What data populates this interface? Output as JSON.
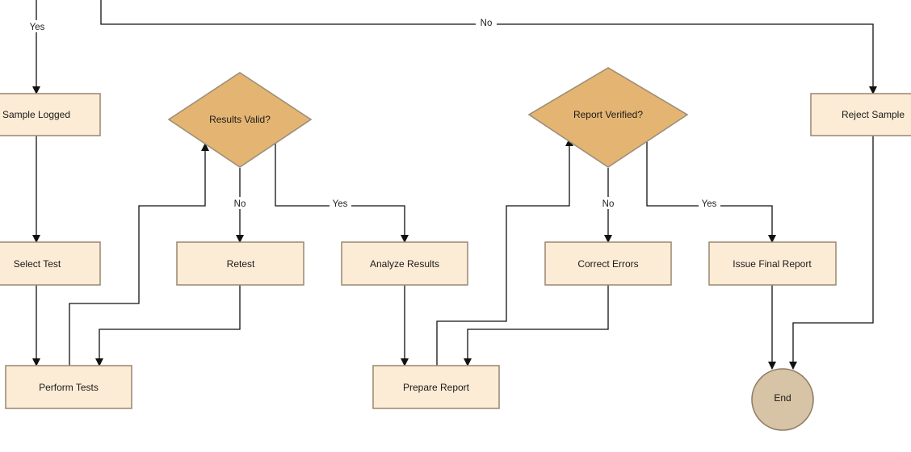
{
  "colors": {
    "process_fill": "#fdecd5",
    "process_stroke": "#9e8e78",
    "decision_fill": "#e4b572",
    "decision_stroke": "#9e8e78",
    "terminal_fill": "#d7c3a5",
    "terminal_stroke": "#8f7d64",
    "edge": "#111111"
  },
  "nodes": {
    "sample_logged": "Sample Logged",
    "select_test": "Select Test",
    "perform_tests": "Perform Tests",
    "results_valid": "Results Valid?",
    "retest": "Retest",
    "analyze_results": "Analyze Results",
    "prepare_report": "Prepare Report",
    "report_verified": "Report Verified?",
    "correct_errors": "Correct Errors",
    "issue_final_report": "Issue Final Report",
    "reject_sample": "Reject Sample",
    "end": "End"
  },
  "edge_labels": {
    "yes": "Yes",
    "no": "No"
  }
}
